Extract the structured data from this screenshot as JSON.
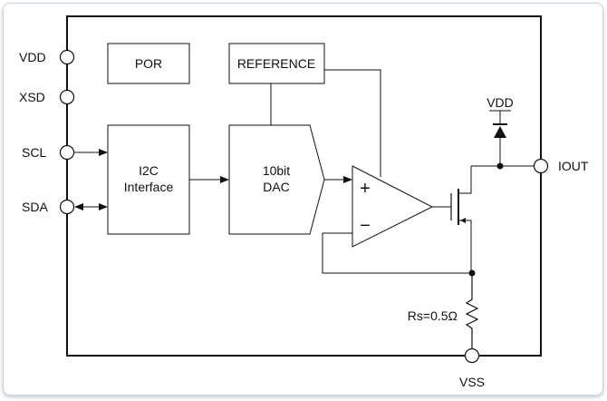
{
  "pins": {
    "vdd": "VDD",
    "xsd": "XSD",
    "scl": "SCL",
    "sda": "SDA",
    "iout": "IOUT",
    "vss": "VSS",
    "vdd_supply": "VDD"
  },
  "blocks": {
    "por": "POR",
    "reference": "REFERENCE",
    "i2c_line1": "I2C",
    "i2c_line2": "Interface",
    "dac_line1": "10bit",
    "dac_line2": "DAC"
  },
  "amplifier": {
    "plus": "+",
    "minus": "−"
  },
  "resistor": {
    "label": "Rs=0.5Ω"
  }
}
